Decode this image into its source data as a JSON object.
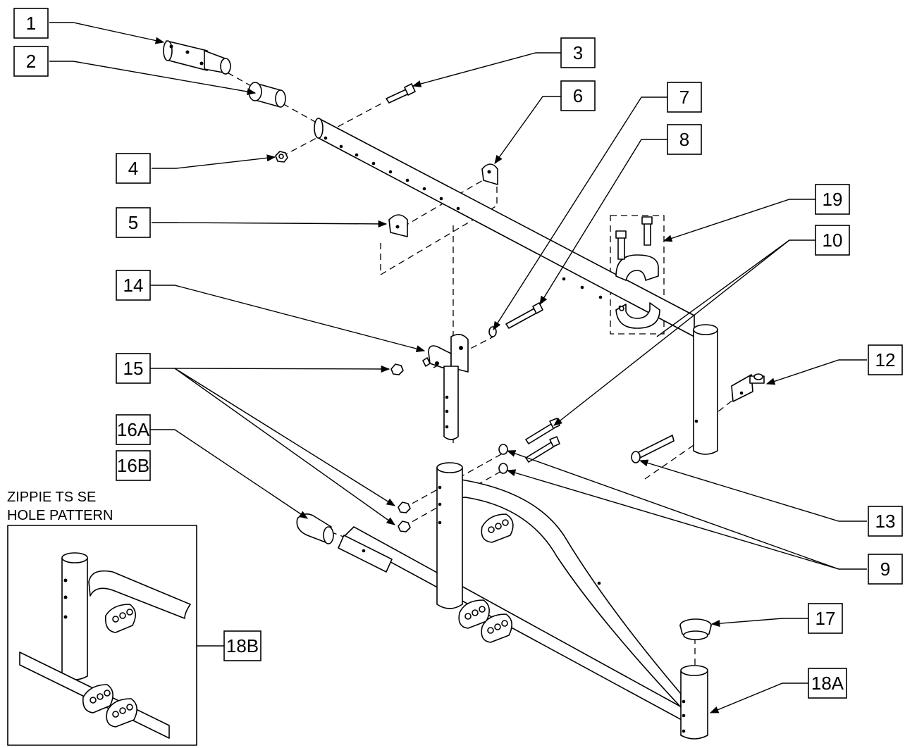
{
  "inset": {
    "title_line1": "ZIPPIE TS SE",
    "title_line2": "HOLE PATTERN"
  },
  "callouts": [
    {
      "id": "1",
      "text": "1"
    },
    {
      "id": "2",
      "text": "2"
    },
    {
      "id": "3",
      "text": "3"
    },
    {
      "id": "4",
      "text": "4"
    },
    {
      "id": "5",
      "text": "5"
    },
    {
      "id": "6",
      "text": "6"
    },
    {
      "id": "7",
      "text": "7"
    },
    {
      "id": "8",
      "text": "8"
    },
    {
      "id": "9",
      "text": "9"
    },
    {
      "id": "10",
      "text": "10"
    },
    {
      "id": "12",
      "text": "12"
    },
    {
      "id": "13",
      "text": "13"
    },
    {
      "id": "14",
      "text": "14"
    },
    {
      "id": "15",
      "text": "15"
    },
    {
      "id": "16A",
      "text": "16A"
    },
    {
      "id": "16B",
      "text": "16B"
    },
    {
      "id": "17",
      "text": "17"
    },
    {
      "id": "18A",
      "text": "18A"
    },
    {
      "id": "18B",
      "text": "18B"
    },
    {
      "id": "19",
      "text": "19"
    }
  ]
}
